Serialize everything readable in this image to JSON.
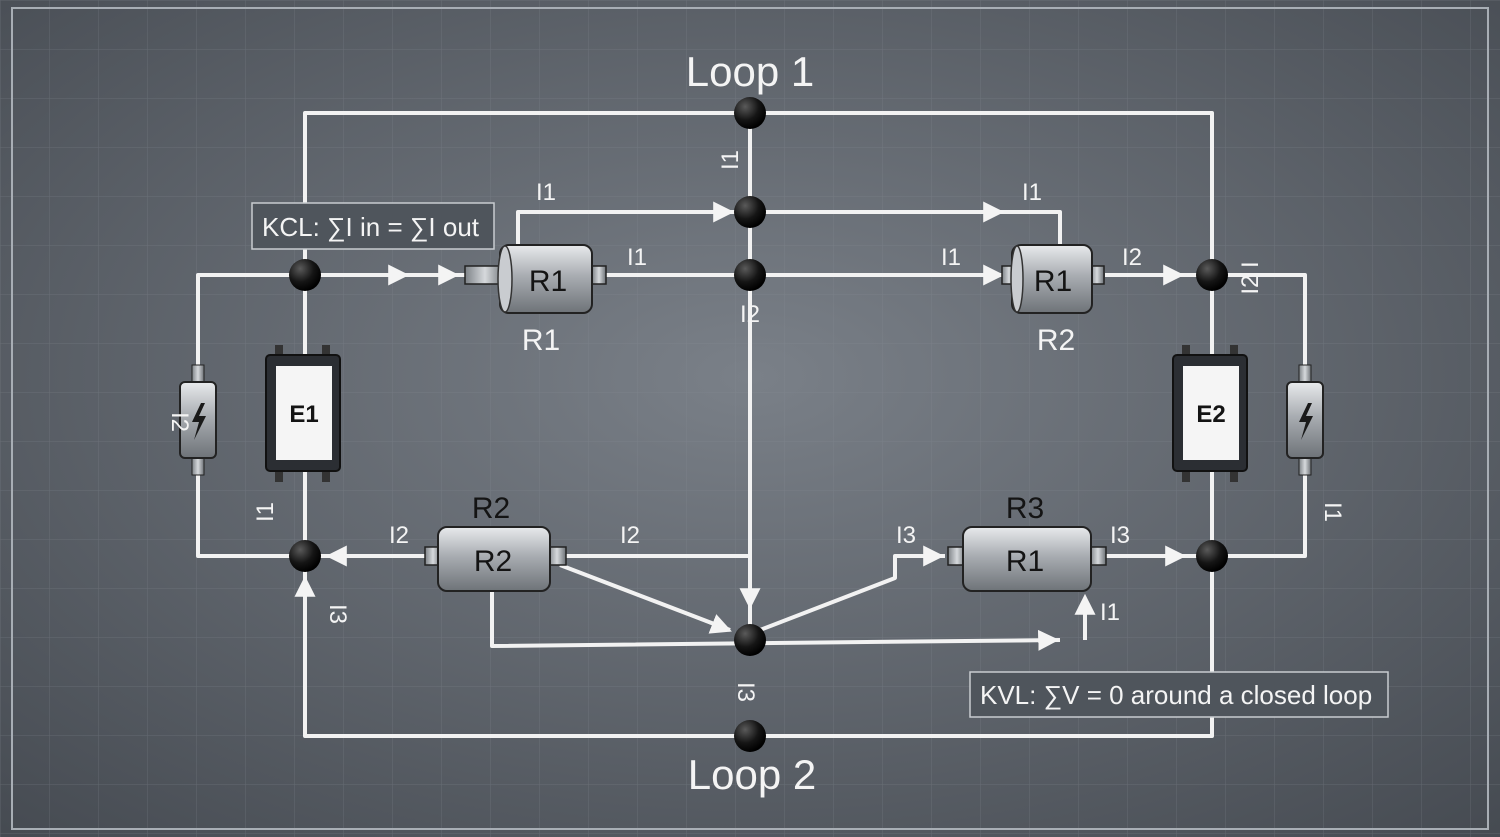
{
  "titles": {
    "top": "Loop 1",
    "bottom": "Loop 2"
  },
  "formulas": {
    "kcl": "KCL: ∑I in = ∑I out",
    "kvl": "KVL: ∑V = 0  around a closed loop"
  },
  "sources": {
    "left": "E1",
    "right": "E2"
  },
  "resistors": {
    "top_left": {
      "body": "R1",
      "caption": "R1"
    },
    "top_right": {
      "body": "R1",
      "caption": "R2"
    },
    "bottom_left": {
      "body": "R2",
      "caption": "R2"
    },
    "bottom_right": {
      "body": "R1",
      "caption": "R3"
    }
  },
  "current_labels": {
    "top_riser": "I1",
    "upper_left": "I1",
    "upper_right": "I1",
    "mid_left": "I1",
    "mid_center": "I2",
    "mid_right": "I1",
    "right_out": "I2",
    "right_node_side": "I2 I",
    "left_side": "I2",
    "left_lower": "I1",
    "bottom_left_in": "I2",
    "bottom_left_out": "I2",
    "bottom_node_left": "I3",
    "bottom_right_in": "I3",
    "bottom_right_out": "I3",
    "bottom_right_up": "I1",
    "bottom_riser": "I3",
    "right_side": "I1"
  },
  "colors": {
    "background": "#5a6068",
    "wire": "#f2f2f2",
    "node": "#141414",
    "text": "#f4f4f4",
    "source_fill": "#f5f5f5",
    "resistor_fill": "#b8bcc0"
  },
  "icons": {
    "side_component": "lightning-bolt-icon"
  }
}
